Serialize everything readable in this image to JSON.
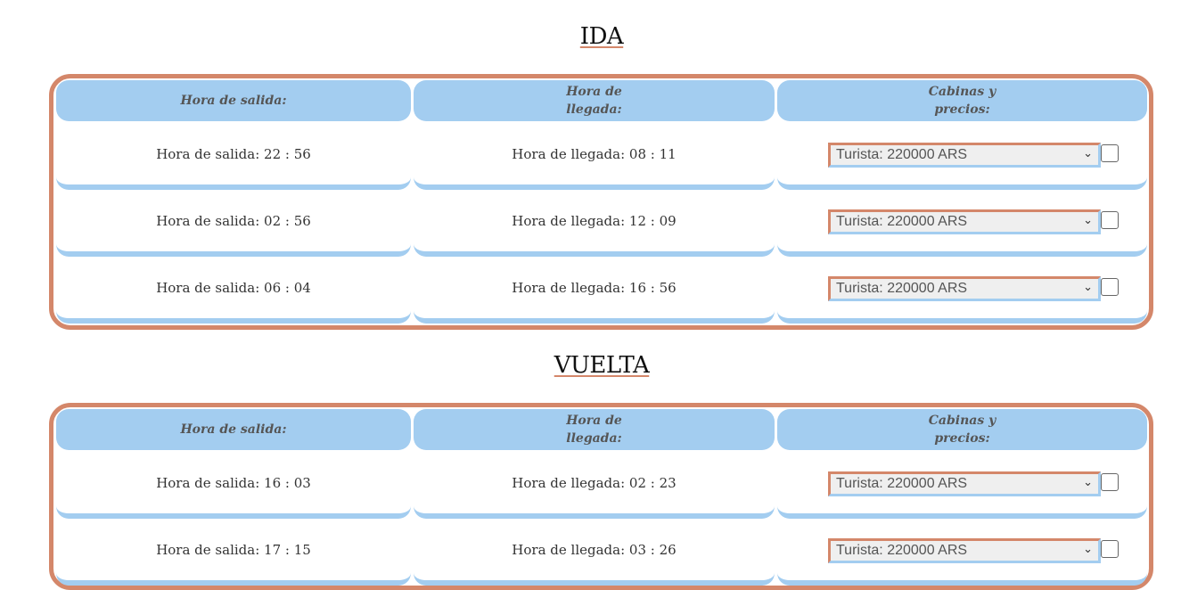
{
  "ida": {
    "title": "IDA",
    "headers": [
      "Hora de salida:",
      "Hora de llegada:",
      "Cabinas y precios:"
    ],
    "rows": [
      {
        "salida": "Hora de salida: 22 : 56",
        "llegada": "Hora de llegada: 08 : 11",
        "cabina": "Turista: 220000 ARS"
      },
      {
        "salida": "Hora de salida: 02 : 56",
        "llegada": "Hora de llegada: 12 : 09",
        "cabina": "Turista: 220000 ARS"
      },
      {
        "salida": "Hora de salida: 06 : 04",
        "llegada": "Hora de llegada: 16 : 56",
        "cabina": "Turista: 220000 ARS"
      }
    ]
  },
  "vuelta": {
    "title": "VUELTA",
    "headers": [
      "Hora de salida:",
      "Hora de llegada:",
      "Cabinas y precios:"
    ],
    "rows": [
      {
        "salida": "Hora de salida: 16 : 03",
        "llegada": "Hora de llegada: 02 : 23",
        "cabina": "Turista: 220000 ARS"
      },
      {
        "salida": "Hora de salida: 17 : 15",
        "llegada": "Hora de llegada: 03 : 26",
        "cabina": "Turista: 220000 ARS"
      }
    ]
  },
  "colors": {
    "border": "#d4876a",
    "header_bg": "#a3cdf0"
  },
  "icons": {
    "select": "chevron-down-icon",
    "checkbox": "checkbox-icon"
  }
}
